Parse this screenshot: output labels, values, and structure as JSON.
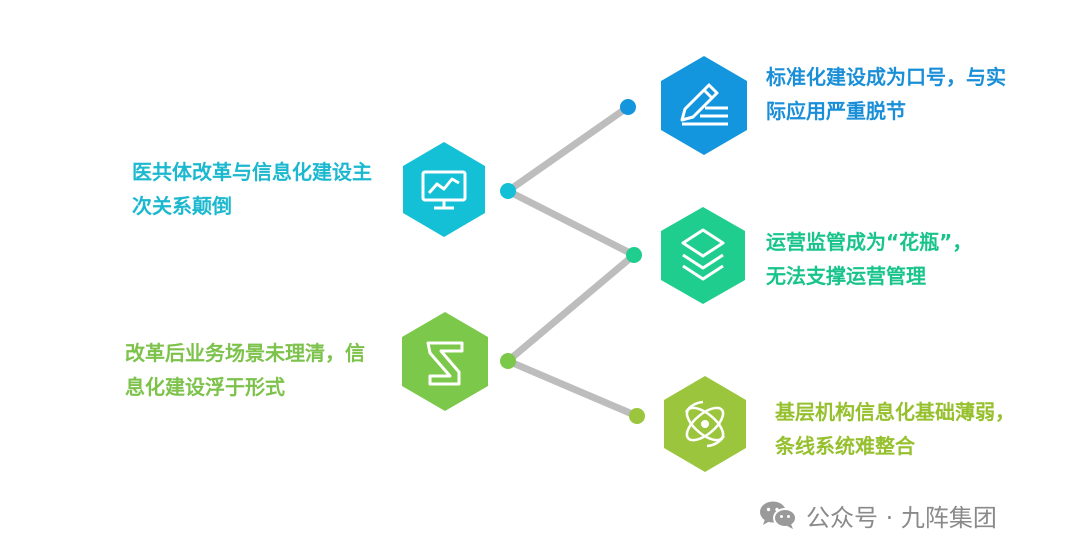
{
  "colors": {
    "connector": "#bdbdbd",
    "teal": "#13c0d6",
    "blue": "#1396dd",
    "green": "#1fcd8f",
    "grass": "#7cc84a",
    "olive": "#9bc53d"
  },
  "left_items": [
    {
      "icon": "monitor-chart-icon",
      "lines": [
        "医共体改革与信息化建设主",
        "次关系颠倒"
      ]
    },
    {
      "icon": "ribbon-icon",
      "lines": [
        "改革后业务场景未理清，信",
        "息化建设浮于形式"
      ]
    }
  ],
  "right_items": [
    {
      "icon": "pencil-document-icon",
      "lines": [
        "标准化建设成为口号，与实",
        "际应用严重脱节"
      ]
    },
    {
      "icon": "layers-icon",
      "lines": [
        "运营监管成为“花瓶”，",
        "无法支撑运营管理"
      ]
    },
    {
      "icon": "atom-icon",
      "lines": [
        "基层机构信息化基础薄弱，",
        "条线系统难整合"
      ]
    }
  ],
  "watermark": {
    "icon": "wechat-icon",
    "text": "公众号 · 九阵集团"
  }
}
